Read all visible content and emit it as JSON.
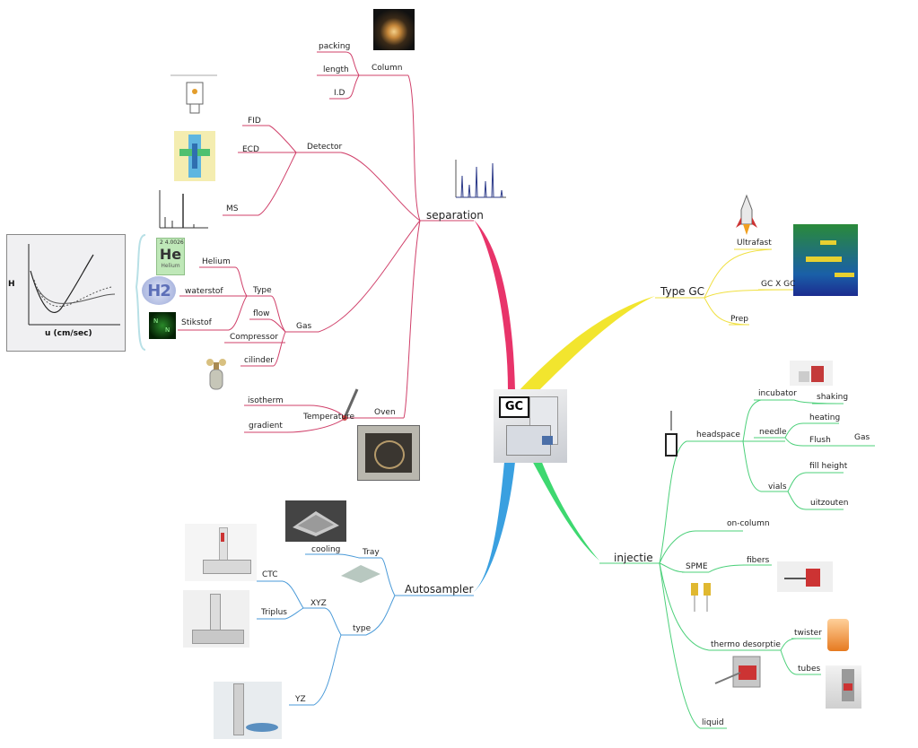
{
  "center": {
    "label": "GC"
  },
  "branches": {
    "separation": {
      "label": "separation",
      "color": "#e8346a",
      "column": {
        "label": "Column",
        "items": [
          "packing",
          "length",
          "I.D"
        ]
      },
      "detector": {
        "label": "Detector",
        "items": [
          "FID",
          "ECD",
          "MS"
        ]
      },
      "gas": {
        "label": "Gas",
        "type": {
          "label": "Type",
          "items": [
            "Helium",
            "waterstof",
            "Stikstof"
          ]
        },
        "items": [
          "flow",
          "Compressor",
          "cilinder"
        ]
      },
      "oven": {
        "label": "Oven",
        "temperature": {
          "label": "Temperature",
          "items": [
            "isotherm",
            "gradient"
          ]
        }
      }
    },
    "type_gc": {
      "label": "Type GC",
      "color": "#f2e52e",
      "items": [
        "Ultrafast",
        "GC X GC",
        "Prep"
      ]
    },
    "autosampler": {
      "label": "Autosampler",
      "color": "#3aa0e0",
      "tray": {
        "label": "Tray",
        "items": [
          "cooling"
        ]
      },
      "type": {
        "label": "type",
        "xyz": {
          "label": "XYZ",
          "items": [
            "CTC",
            "Triplus"
          ]
        },
        "items": [
          "YZ"
        ]
      }
    },
    "injectie": {
      "label": "injectie",
      "color": "#3ed870",
      "headspace": {
        "label": "headspace",
        "incubator": {
          "label": "incubator",
          "items": [
            "shaking"
          ]
        },
        "needle": {
          "label": "needle",
          "heating": "heating",
          "flush": {
            "label": "Flush",
            "items": [
              "Gas"
            ]
          }
        },
        "vials": {
          "label": "vials",
          "items": [
            "fill height",
            "uitzouten"
          ]
        }
      },
      "on_column": "on-column",
      "spme": {
        "label": "SPME",
        "items": [
          "fibers"
        ]
      },
      "thermo": {
        "label": "thermo desorptie",
        "items": [
          "twister",
          "tubes"
        ]
      },
      "liquid": "liquid"
    }
  },
  "images": {
    "he_tile": {
      "symbol": "He",
      "number": "2  4.0026",
      "name": "Helium"
    },
    "h2_tile": {
      "symbol": "H2"
    },
    "n2_tile": {
      "a": "N",
      "b": "N"
    },
    "van_deemter": {
      "x_axis": "u (cm/sec)",
      "y_axis": "H"
    }
  },
  "colors": {
    "separation_line": "#d0406a",
    "autosampler_line": "#4a9ad8",
    "injectie_line": "#4cd07a",
    "typegc_line": "#f0e040"
  }
}
